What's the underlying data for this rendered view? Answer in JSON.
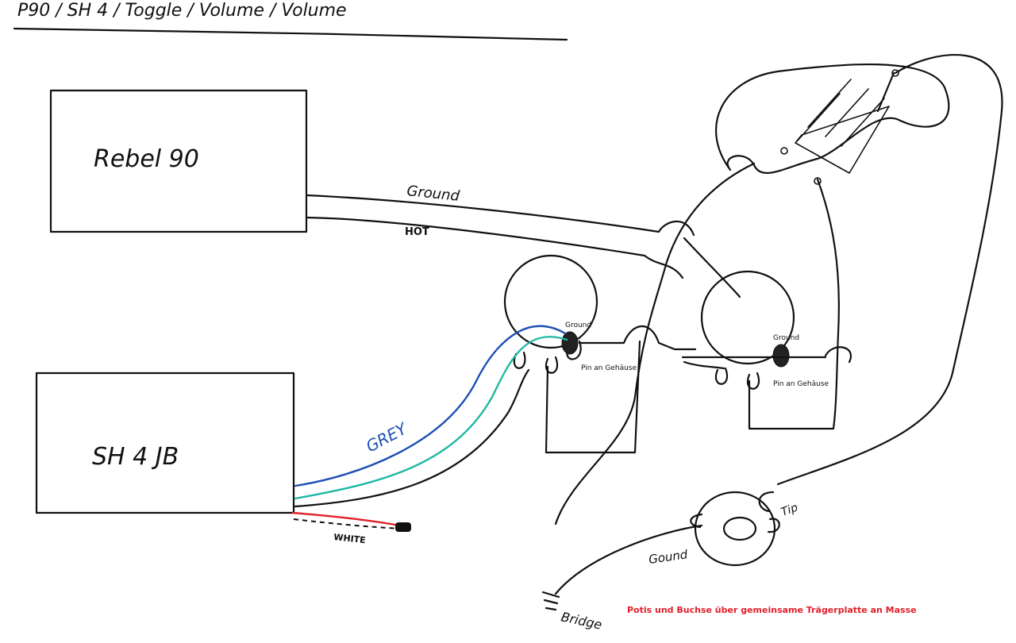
{
  "header": {
    "title": "P90 / SH 4 / Toggle / Volume / Volume"
  },
  "pickups": {
    "neck_label": "Rebel 90",
    "bridge_label": "SH 4 JB"
  },
  "wires": {
    "ground_label": "Ground",
    "hot_label": "HOT",
    "grey_label": "GREY",
    "white_label": "WHITE",
    "jack_ground_label": "Gound",
    "tip_label": "Tip",
    "bridge_label": "Bridge"
  },
  "pots": {
    "pot1_ground": "Ground",
    "pot1_pin": "Pin an Gehäuse",
    "pot2_ground": "Ground",
    "pot2_pin": "Pin an Gehäuse"
  },
  "note": {
    "text": "Potis und Buchse über gemeinsame Trägerplatte an Masse",
    "color": "#e0202a"
  },
  "colors": {
    "grey_wire": "#1d4fb5",
    "green_wire": "#1fb8a6",
    "red_wire": "#e0202a",
    "ink": "#111111"
  }
}
